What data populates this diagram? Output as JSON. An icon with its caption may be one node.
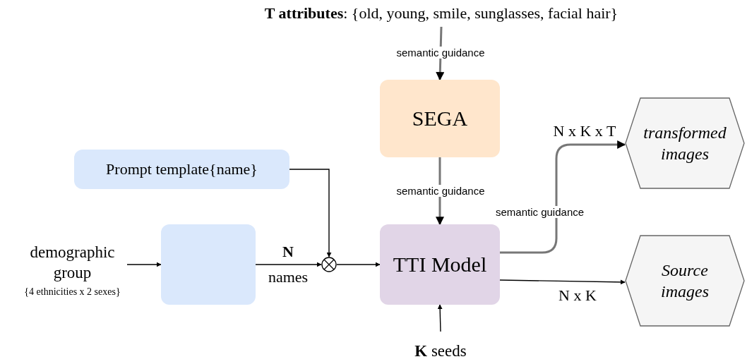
{
  "diagram": {
    "nodes": [
      {
        "text": [
          "**T attributes**: {old, young, smile, sunglasses, facial hair}"
        ]
      },
      {
        "text": [
          "SEGA"
        ]
      },
      {
        "text": [
          "Prompt template{name}"
        ]
      },
      {
        "text": [
          "demographic group"
        ],
        "beside": [
          "{4 ethnicities x 2 sexes}"
        ]
      },
      {
        "text": [],
        "shape": "box"
      },
      {
        "text": [],
        "shape": "circle"
      },
      {
        "text": [
          "TTI Model"
        ]
      },
      {
        "text": [
          "transformed images"
        ]
      },
      {
        "text": [
          "Source images"
        ]
      },
      {
        "text": [
          "**K** seeds"
        ]
      }
    ],
    "edges": [
      {
        "from": 0,
        "to": 1,
        "arrow": "to",
        "label": "semantic guidance",
        "style": "thick",
        "color": "#777777"
      },
      {
        "from": 1,
        "to": 6,
        "arrow": "to",
        "label": "semantic guidance",
        "style": "thick",
        "color": "#777777"
      },
      {
        "from": 2,
        "to": 5,
        "arrow": "to"
      },
      {
        "from": 3,
        "to": 4,
        "arrow": "to"
      },
      {
        "from": 4,
        "to": 5,
        "arrow": "to",
        "label": "**N** names"
      },
      {
        "from": 5,
        "to": 6,
        "arrow": "to"
      },
      {
        "from": 6,
        "to": 7,
        "arrow": "to",
        "label": "N x K x T",
        "style": "thick",
        "color": "#777777"
      },
      {
        "from": 6,
        "to": 8,
        "arrow": "to",
        "label": "N x K"
      },
      {
        "from": 9,
        "to": 6,
        "arrow": "to"
      }
    ],
    "labels": [
      "semantic guidance"
    ]
  }
}
